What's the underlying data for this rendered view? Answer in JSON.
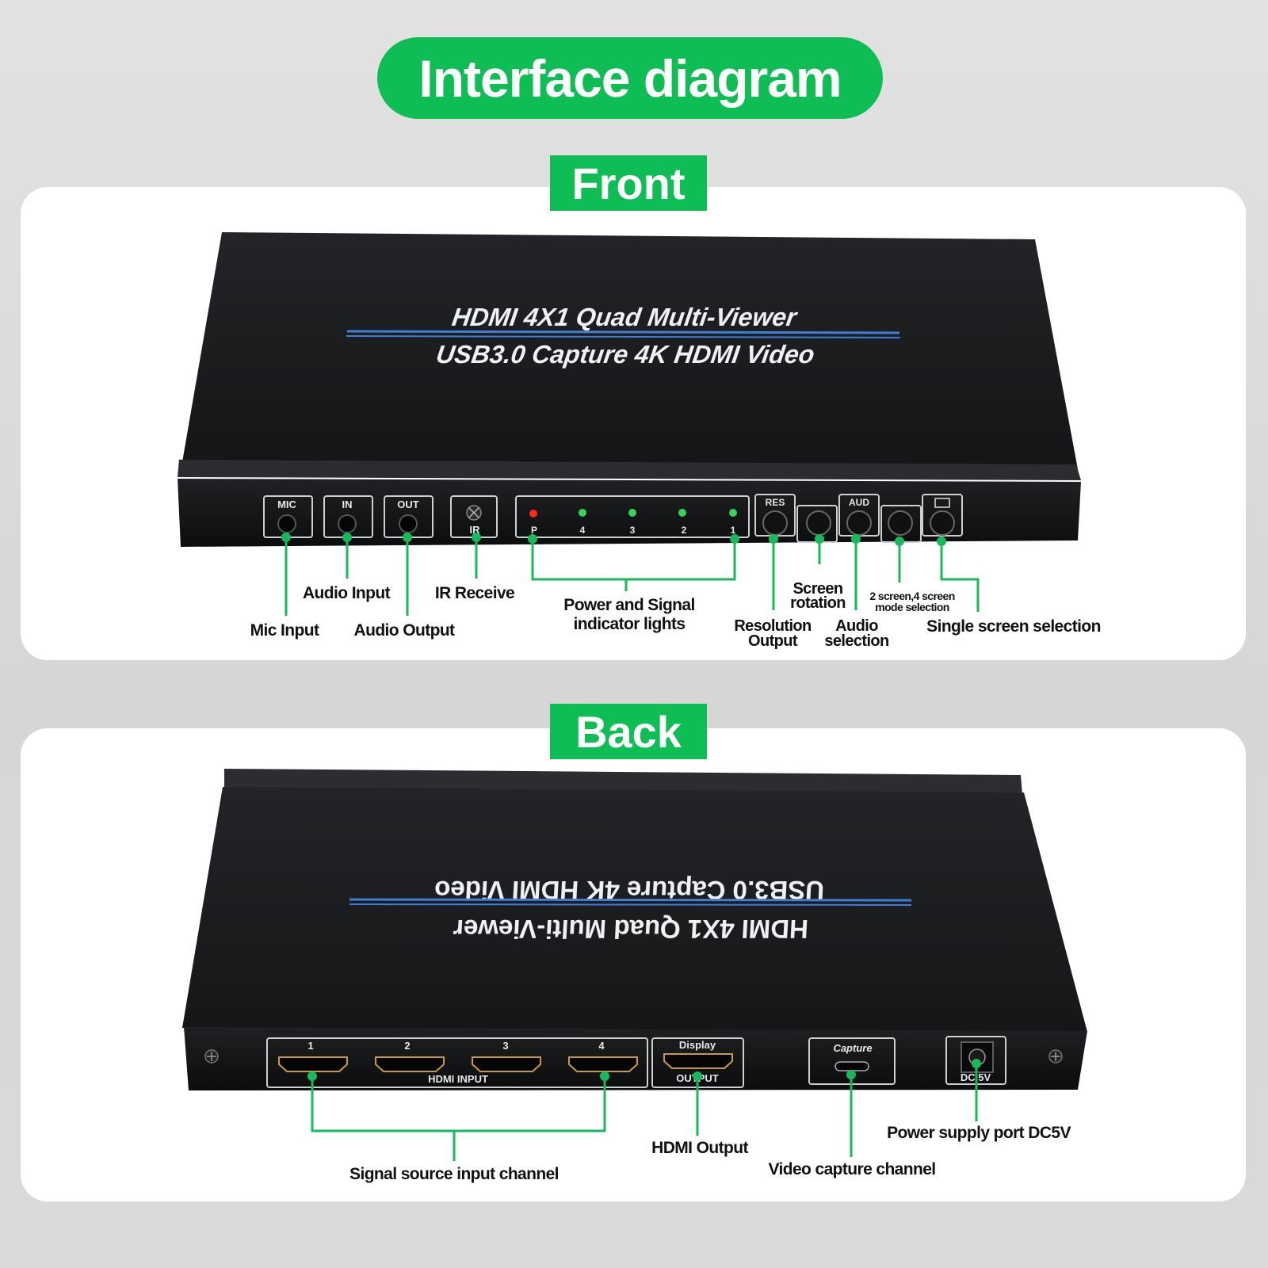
{
  "title": "Interface diagram",
  "front": {
    "tag": "Front",
    "device_line1": "HDMI 4X1 Quad Multi-Viewer",
    "device_line2": "USB3.0 Capture 4K HDMI Video",
    "ports": {
      "mic": "MIC",
      "in": "IN",
      "out": "OUT",
      "ir": "IR",
      "res": "RES",
      "aud": "AUD"
    },
    "leds": [
      "P",
      "4",
      "3",
      "2",
      "1"
    ],
    "labels": {
      "mic_input": "Mic Input",
      "audio_input": "Audio Input",
      "audio_output": "Audio Output",
      "ir_receive": "IR Receive",
      "power_signal_1": "Power and Signal",
      "power_signal_2": "indicator lights",
      "resolution_1": "Resolution",
      "resolution_2": "Output",
      "screen_rotation_1": "Screen",
      "screen_rotation_2": "rotation",
      "audio_selection_1": "Audio",
      "audio_selection_2": "selection",
      "mode_selection_1": "2 screen,4 screen",
      "mode_selection_2": "mode selection",
      "single_screen": "Single screen selection"
    }
  },
  "back": {
    "tag": "Back",
    "device_line1": "HDMI 4X1 Quad Multi-Viewer",
    "device_line2": "USB3.0 Capture 4K HDMI Video",
    "ports": {
      "hdmi_numbers": [
        "1",
        "2",
        "3",
        "4"
      ],
      "hdmi_input": "HDMI INPUT",
      "display": "Display",
      "output": "OUTPUT",
      "capture": "Capture",
      "dc": "DC 5V"
    },
    "labels": {
      "signal_source": "Signal source input channel",
      "hdmi_output": "HDMI Output",
      "video_capture": "Video capture channel",
      "power_supply": "Power supply port DC5V"
    }
  },
  "colors": {
    "accent": "#0fbd55",
    "device": "#1b1c1e",
    "stripe": "#3f7fd8"
  }
}
